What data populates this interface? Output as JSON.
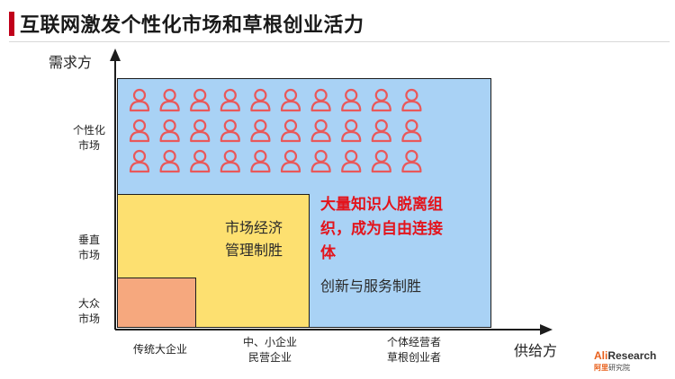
{
  "title": "互联网激发个性化市场和草根创业活力",
  "axes": {
    "y_title": "需求方",
    "x_title": "供给方",
    "y_labels": [
      {
        "line1": "个性化",
        "line2": "市场"
      },
      {
        "line1": "垂直",
        "line2": "市场"
      },
      {
        "line1": "大众",
        "line2": "市场"
      }
    ],
    "x_labels": [
      {
        "line1": "传统大企业",
        "line2": ""
      },
      {
        "line1": "中、小企业",
        "line2": "民营企业"
      },
      {
        "line1": "个体经营者",
        "line2": "草根创业者"
      }
    ]
  },
  "regions": {
    "yellow_line1": "市场经济",
    "yellow_line2": "管理制胜",
    "red_line1": "大量知识人脱离组",
    "red_line2": "织，成为自由连接",
    "red_line3": "体",
    "blue_text": "创新与服务制胜"
  },
  "people_grid": {
    "rows": 3,
    "cols": 10,
    "icon": "person-icon"
  },
  "colors": {
    "title_accent": "#c0001a",
    "blue_region": "#a9d2f5",
    "yellow_region": "#fde070",
    "orange_region": "#f6a87e",
    "person_icon": "#e9585a",
    "highlight_text": "#e3141c"
  },
  "brand": {
    "name_accent": "Ali",
    "name_rest": "Research",
    "sub_accent": "阿里",
    "sub_rest": "研究院"
  }
}
